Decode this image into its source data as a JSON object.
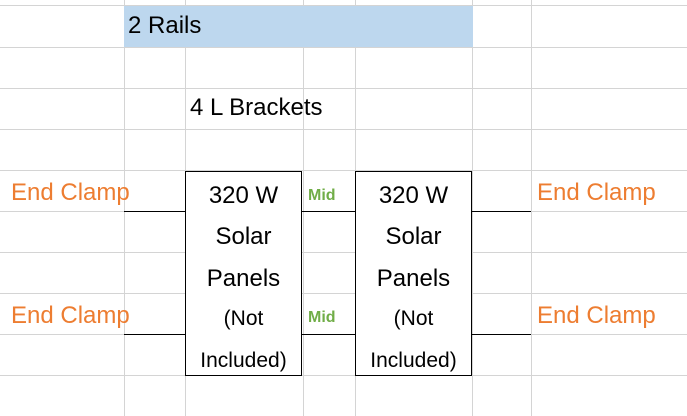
{
  "header": {
    "title": "2 Rails"
  },
  "brackets_label": "4 L Brackets",
  "clamps": {
    "end_left_top": "End Clamp",
    "end_left_bottom": "End Clamp",
    "end_right_top": "End Clamp",
    "end_right_bottom": "End Clamp",
    "mid_top": "Mid",
    "mid_bottom": "Mid"
  },
  "panels": [
    {
      "lines": [
        "320 W",
        "Solar",
        "Panels",
        "(Not",
        "Included)"
      ]
    },
    {
      "lines": [
        "320 W",
        "Solar",
        "Panels",
        "(Not",
        "Included)"
      ]
    }
  ],
  "colors": {
    "title_fill": "#bdd7ee",
    "end_clamp_text": "#ed7d31",
    "mid_text": "#70ad47",
    "gridline": "#d4d4d4"
  }
}
